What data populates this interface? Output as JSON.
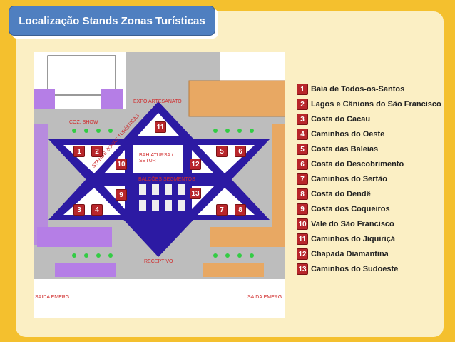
{
  "title": "Localização Stands Zonas Turísticas",
  "map": {
    "labels": {
      "expo": "EXPO ARTESANATO",
      "coz": "COZ. SHOW",
      "bahiatursa": "BAHIATURSA / SETUR",
      "balcoes": "BALCÕES SEGMENTOS",
      "receptivo": "RECEPTIVO",
      "saida_left": "SAIDA EMERG.",
      "saida_right": "SAIDA EMERG.",
      "stands": "STANDS ZONAS TURÍSTICAS"
    },
    "badges": [
      "1",
      "2",
      "3",
      "4",
      "5",
      "6",
      "7",
      "8",
      "9",
      "10",
      "11",
      "12",
      "13"
    ]
  },
  "legend": [
    {
      "num": "1",
      "name": "Baía de Todos-os-Santos"
    },
    {
      "num": "2",
      "name": "Lagos e Cânions do São Francisco"
    },
    {
      "num": "3",
      "name": "Costa do Cacau"
    },
    {
      "num": "4",
      "name": "Caminhos do Oeste"
    },
    {
      "num": "5",
      "name": "Costa das Baleias"
    },
    {
      "num": "6",
      "name": "Costa do Descobrimento"
    },
    {
      "num": "7",
      "name": "Caminhos do Sertão"
    },
    {
      "num": "8",
      "name": "Costa do Dendê"
    },
    {
      "num": "9",
      "name": "Costa dos Coqueiros"
    },
    {
      "num": "10",
      "name": "Vale do São Francisco"
    },
    {
      "num": "11",
      "name": "Caminhos do Jiquiriçá"
    },
    {
      "num": "12",
      "name": "Chapada Diamantina"
    },
    {
      "num": "13",
      "name": "Caminhos do Sudoeste"
    }
  ],
  "colors": {
    "star": "#2c1aa3",
    "badge": "#b8262b",
    "title_bg": "#4f7fc0"
  }
}
